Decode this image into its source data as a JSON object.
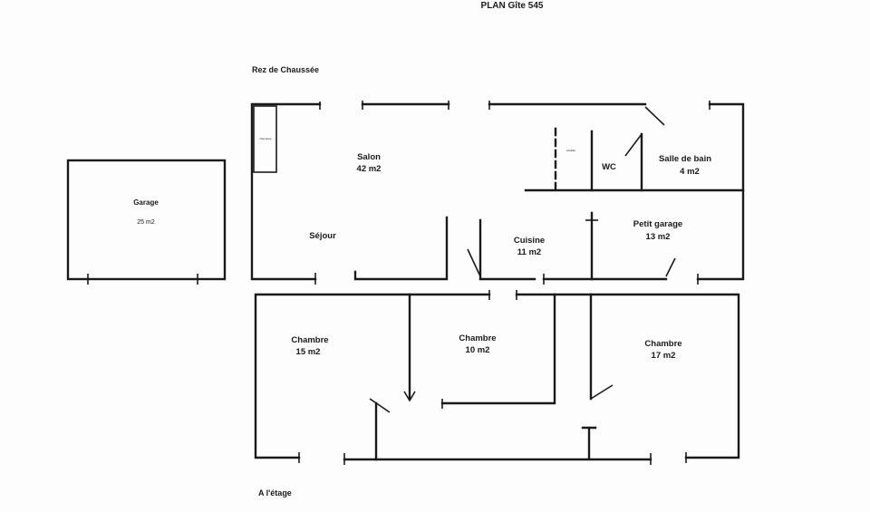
{
  "title": "PLAN Gîte 545",
  "floors": {
    "ground": "Rez de Chaussée",
    "upper": "A l'étage"
  },
  "rooms": {
    "garage": {
      "name": "Garage",
      "area": "25 m2"
    },
    "salon": {
      "name": "Salon",
      "area": "42 m2"
    },
    "sejour": {
      "name": "Séjour"
    },
    "wc": {
      "name": "WC"
    },
    "salle_de_bain": {
      "name": "Salle de bain",
      "area": "4 m2"
    },
    "cuisine": {
      "name": "Cuisine",
      "area": "11 m2"
    },
    "petit_garage": {
      "name": "Petit garage",
      "area": "13 m2"
    },
    "chambre1": {
      "name": "Chambre",
      "area": "15 m2"
    },
    "chambre2": {
      "name": "Chambre",
      "area": "10 m2"
    },
    "chambre3": {
      "name": "Chambre",
      "area": "17 m2"
    }
  },
  "small_labels": {
    "fireplace": "cheminée",
    "stairs": "escalier"
  }
}
